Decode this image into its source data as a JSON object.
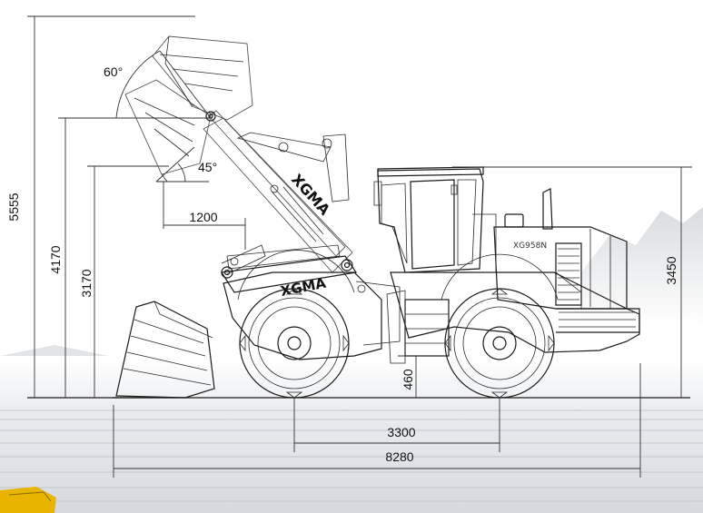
{
  "dimensions": {
    "max_height": "5555",
    "bucket_pin_height": "4170",
    "dump_clearance": "3170",
    "dump_reach": "1200",
    "machine_height": "3450",
    "ground_clearance": "460",
    "wheelbase": "3300",
    "overall_length": "8280",
    "rollback_angle": "60°",
    "dump_angle": "45°"
  },
  "branding": {
    "boom_upper": "XGMA",
    "boom_lower": "XGMA",
    "model": "XG958N"
  },
  "colors": {
    "line": "#1a1a1a",
    "machine_accent": "#e8b400",
    "background": "#ffffff"
  }
}
